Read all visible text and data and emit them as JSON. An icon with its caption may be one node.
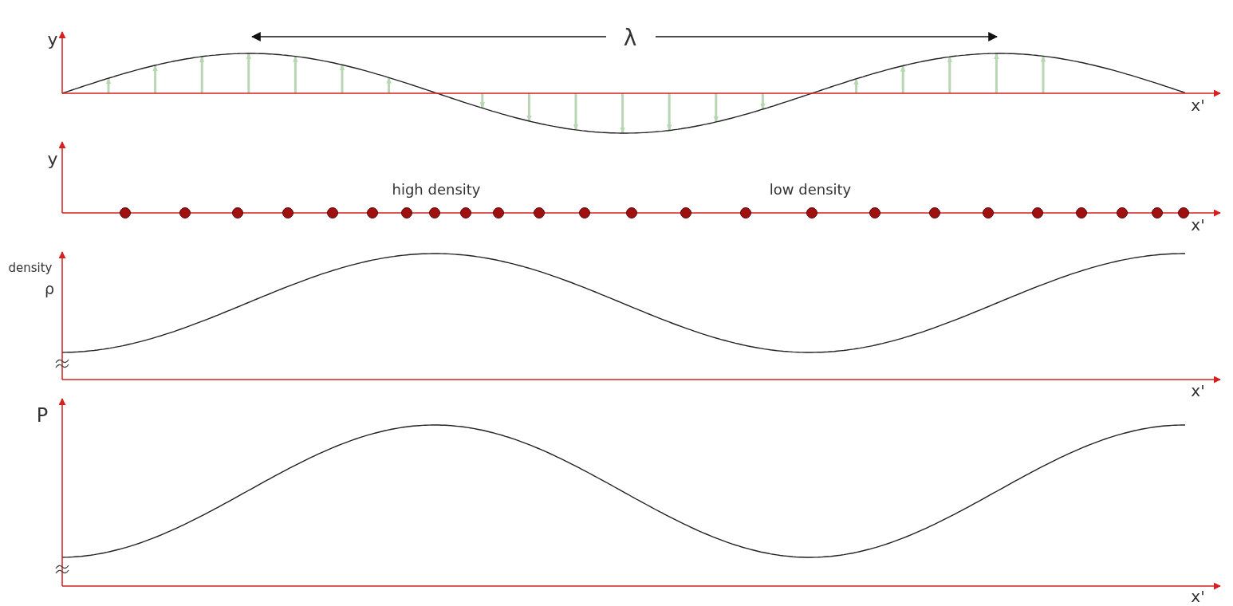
{
  "diagram": {
    "labels": [
      "y",
      "λ",
      "x'",
      "y",
      "high density",
      "low density",
      "x'",
      "density",
      "ρ",
      "x'",
      "P",
      "x'"
    ]
  }
}
